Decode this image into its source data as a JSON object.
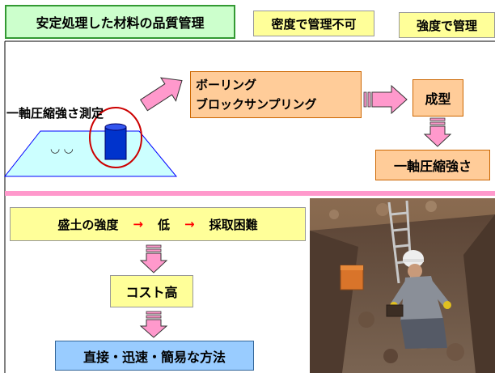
{
  "top": {
    "title": "安定処理した材料の品質管理",
    "density_label": "密度で管理不可",
    "strength_label": "強度で管理"
  },
  "upper_flow": {
    "uniaxial_test_label": "一軸圧縮強さ測定",
    "smile_face": "◡ ◡",
    "sampling_line1": "ボーリング",
    "sampling_line2": "ブロックサンプリング",
    "molding_label": "成型",
    "result_label": "一軸圧縮強さ"
  },
  "lower_flow": {
    "step1_prefix": "盛土の強度",
    "step1_arrow1": "→",
    "step1_mid": "低",
    "step1_arrow2": "→",
    "step1_suffix": "採取困難",
    "step2_label": "コスト高",
    "step3_label": "直接・迅速・簡易な方法"
  },
  "colors": {
    "divider": "#ff99cc",
    "arrow_fill": "#ff99cc",
    "arrow_red_text": "#ff0000",
    "oval_stroke": "#cc0000",
    "embankment_fill": "#ccffff",
    "core_blue": "#0033cc"
  }
}
